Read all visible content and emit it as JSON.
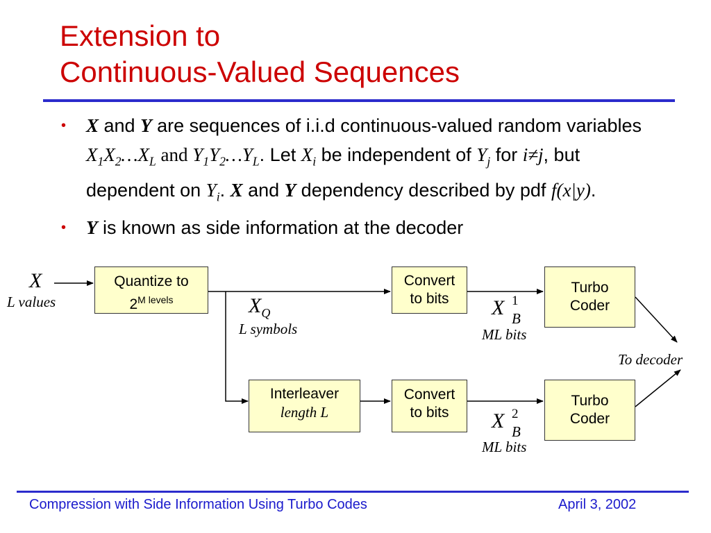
{
  "title": {
    "line1": "Extension to",
    "line2": "Continuous-Valued Sequences"
  },
  "bullets": {
    "b1": {
      "X": "X",
      "and1": " and ",
      "Y": "Y",
      "t1": " are sequences of i.i.d continuous-valued random variables ",
      "seqX": "X",
      "seqX_1": "1",
      "seqX2": "X",
      "seqX_2": "2",
      "ellipsis1": "…X",
      "seqX_L": "L",
      "and_serif": " and ",
      "seqY": "Y",
      "seqY_1": "1",
      "seqY2": "Y",
      "seqY_2": "2",
      "ellipsis2": "…Y",
      "seqY_L": "L",
      "t2": ".  Let ",
      "Xi": "X",
      "Xi_sub": "i",
      "t3": " be independent of ",
      "Yj": "Y",
      "Yj_sub": "j",
      "t4": " for ",
      "ineqj": "i≠j",
      "t5": ", but dependent on ",
      "Yi": "Y",
      "Yi_sub": "i",
      "t6": ". ",
      "X2": "X",
      "and2": " and ",
      "Y2": "Y",
      "t7": " dependency described by pdf ",
      "f": "f",
      "fargs": "(x|y)",
      "t8": "."
    },
    "b2": {
      "Y": "Y",
      "text": " is known as side information at the decoder"
    },
    "dot": "•"
  },
  "diagram": {
    "input_symbol": "X",
    "input_label": "L values",
    "quantize": {
      "line1": "Quantize to",
      "base": "2",
      "sup": "M levels"
    },
    "xq_symbol": "X",
    "xq_sub": "Q",
    "xq_label": "L symbols",
    "convert1": {
      "line1": "Convert",
      "line2": "to bits"
    },
    "convert2": {
      "line1": "Convert",
      "line2": "to bits"
    },
    "interleaver": {
      "line1": "Interleaver",
      "line2": "length L"
    },
    "xb1": {
      "symbol": "X",
      "sup": "1",
      "sub": "B",
      "label": "ML bits"
    },
    "xb2": {
      "symbol": "X",
      "sup": "2",
      "sub": "B",
      "label": "ML bits"
    },
    "turbo1": {
      "line1": "Turbo",
      "line2": "Coder"
    },
    "turbo2": {
      "line1": "Turbo",
      "line2": "Coder"
    },
    "output_label": "To decoder"
  },
  "footer": {
    "left": "Compression with Side Information Using Turbo Codes",
    "right": "April 3, 2002"
  },
  "colors": {
    "title": "#cc0000",
    "rule": "#2b2bcc",
    "footer": "#1a1acc",
    "box_fill": "#ffffcc"
  }
}
